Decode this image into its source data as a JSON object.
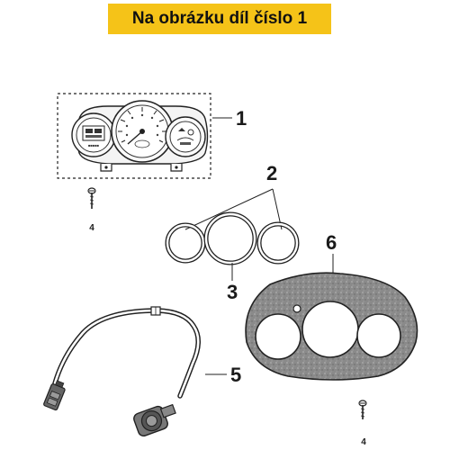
{
  "banner": {
    "text": "Na obrázku díl číslo 1"
  },
  "callouts": {
    "part1": "1",
    "part2": "2",
    "part3": "3",
    "part4_top": "4",
    "part4_bottom": "4",
    "part5": "5",
    "part6": "6"
  },
  "colors": {
    "banner_bg": "#f5c318",
    "line": "#2a2a2a",
    "panel_fill": "#8c8c8c"
  }
}
